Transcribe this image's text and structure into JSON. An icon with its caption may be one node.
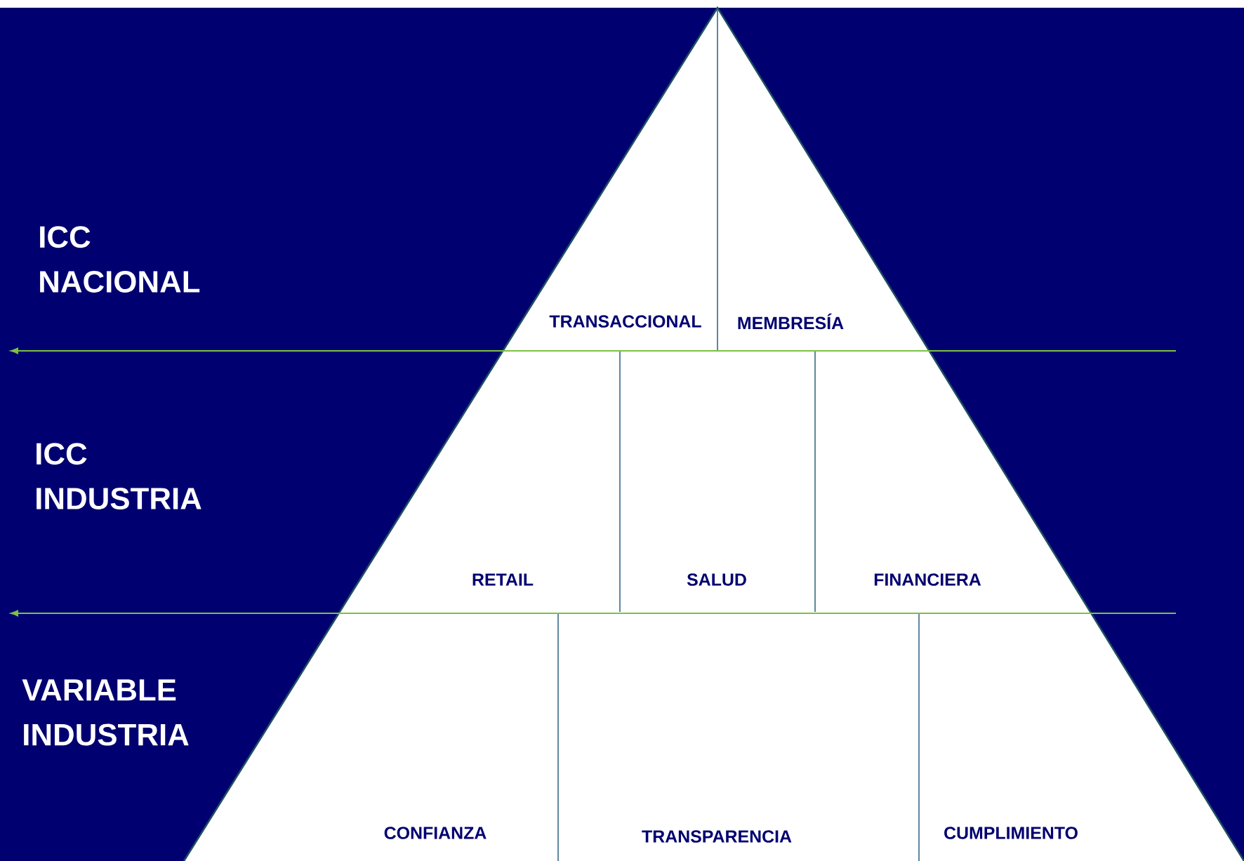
{
  "diagram": {
    "labels": [
      "ICC NACIONAL",
      "TRANSACCIONAL",
      "MEMBRESÍA",
      "ICC INDUSTRIA",
      "RETAIL",
      "SALUD",
      "FINANCIERA",
      "VARIABLE INDUSTRIA",
      "CONFIANZA",
      "TRANSPARENCIA",
      "CUMPLIMIENTO"
    ]
  }
}
